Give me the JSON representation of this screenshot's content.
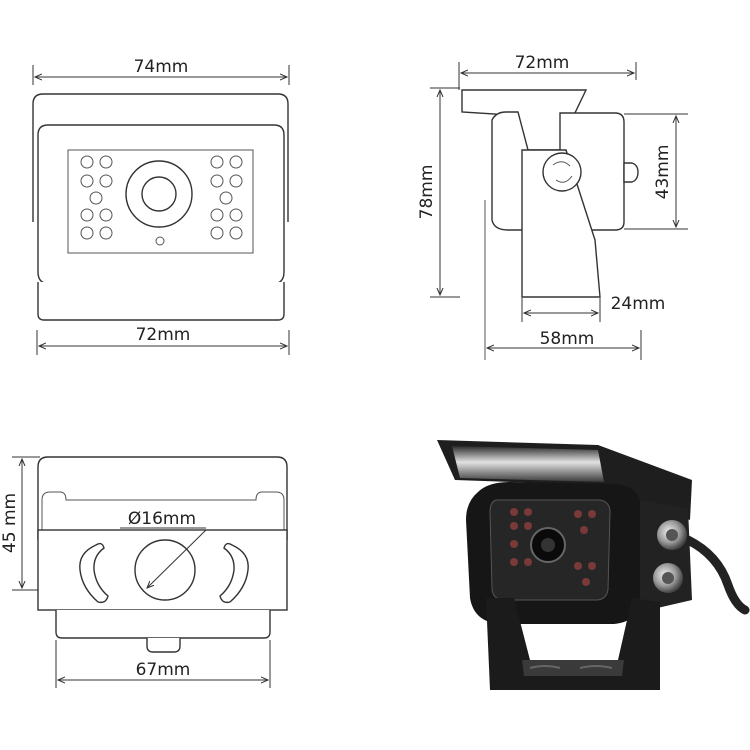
{
  "front_view": {
    "top_width": "74mm",
    "bottom_width": "72mm"
  },
  "side_view": {
    "top_width": "72mm",
    "total_height": "78mm",
    "body_height": "43mm",
    "base_depth": "24mm",
    "base_width": "58mm"
  },
  "bottom_view": {
    "height": "45 mm",
    "lens_diameter": "Ø16mm",
    "base_width": "67mm"
  },
  "photo": {
    "colors": {
      "body": "#1a1a1a",
      "highlight": "#d9d9d9",
      "cable": "#222222"
    }
  }
}
